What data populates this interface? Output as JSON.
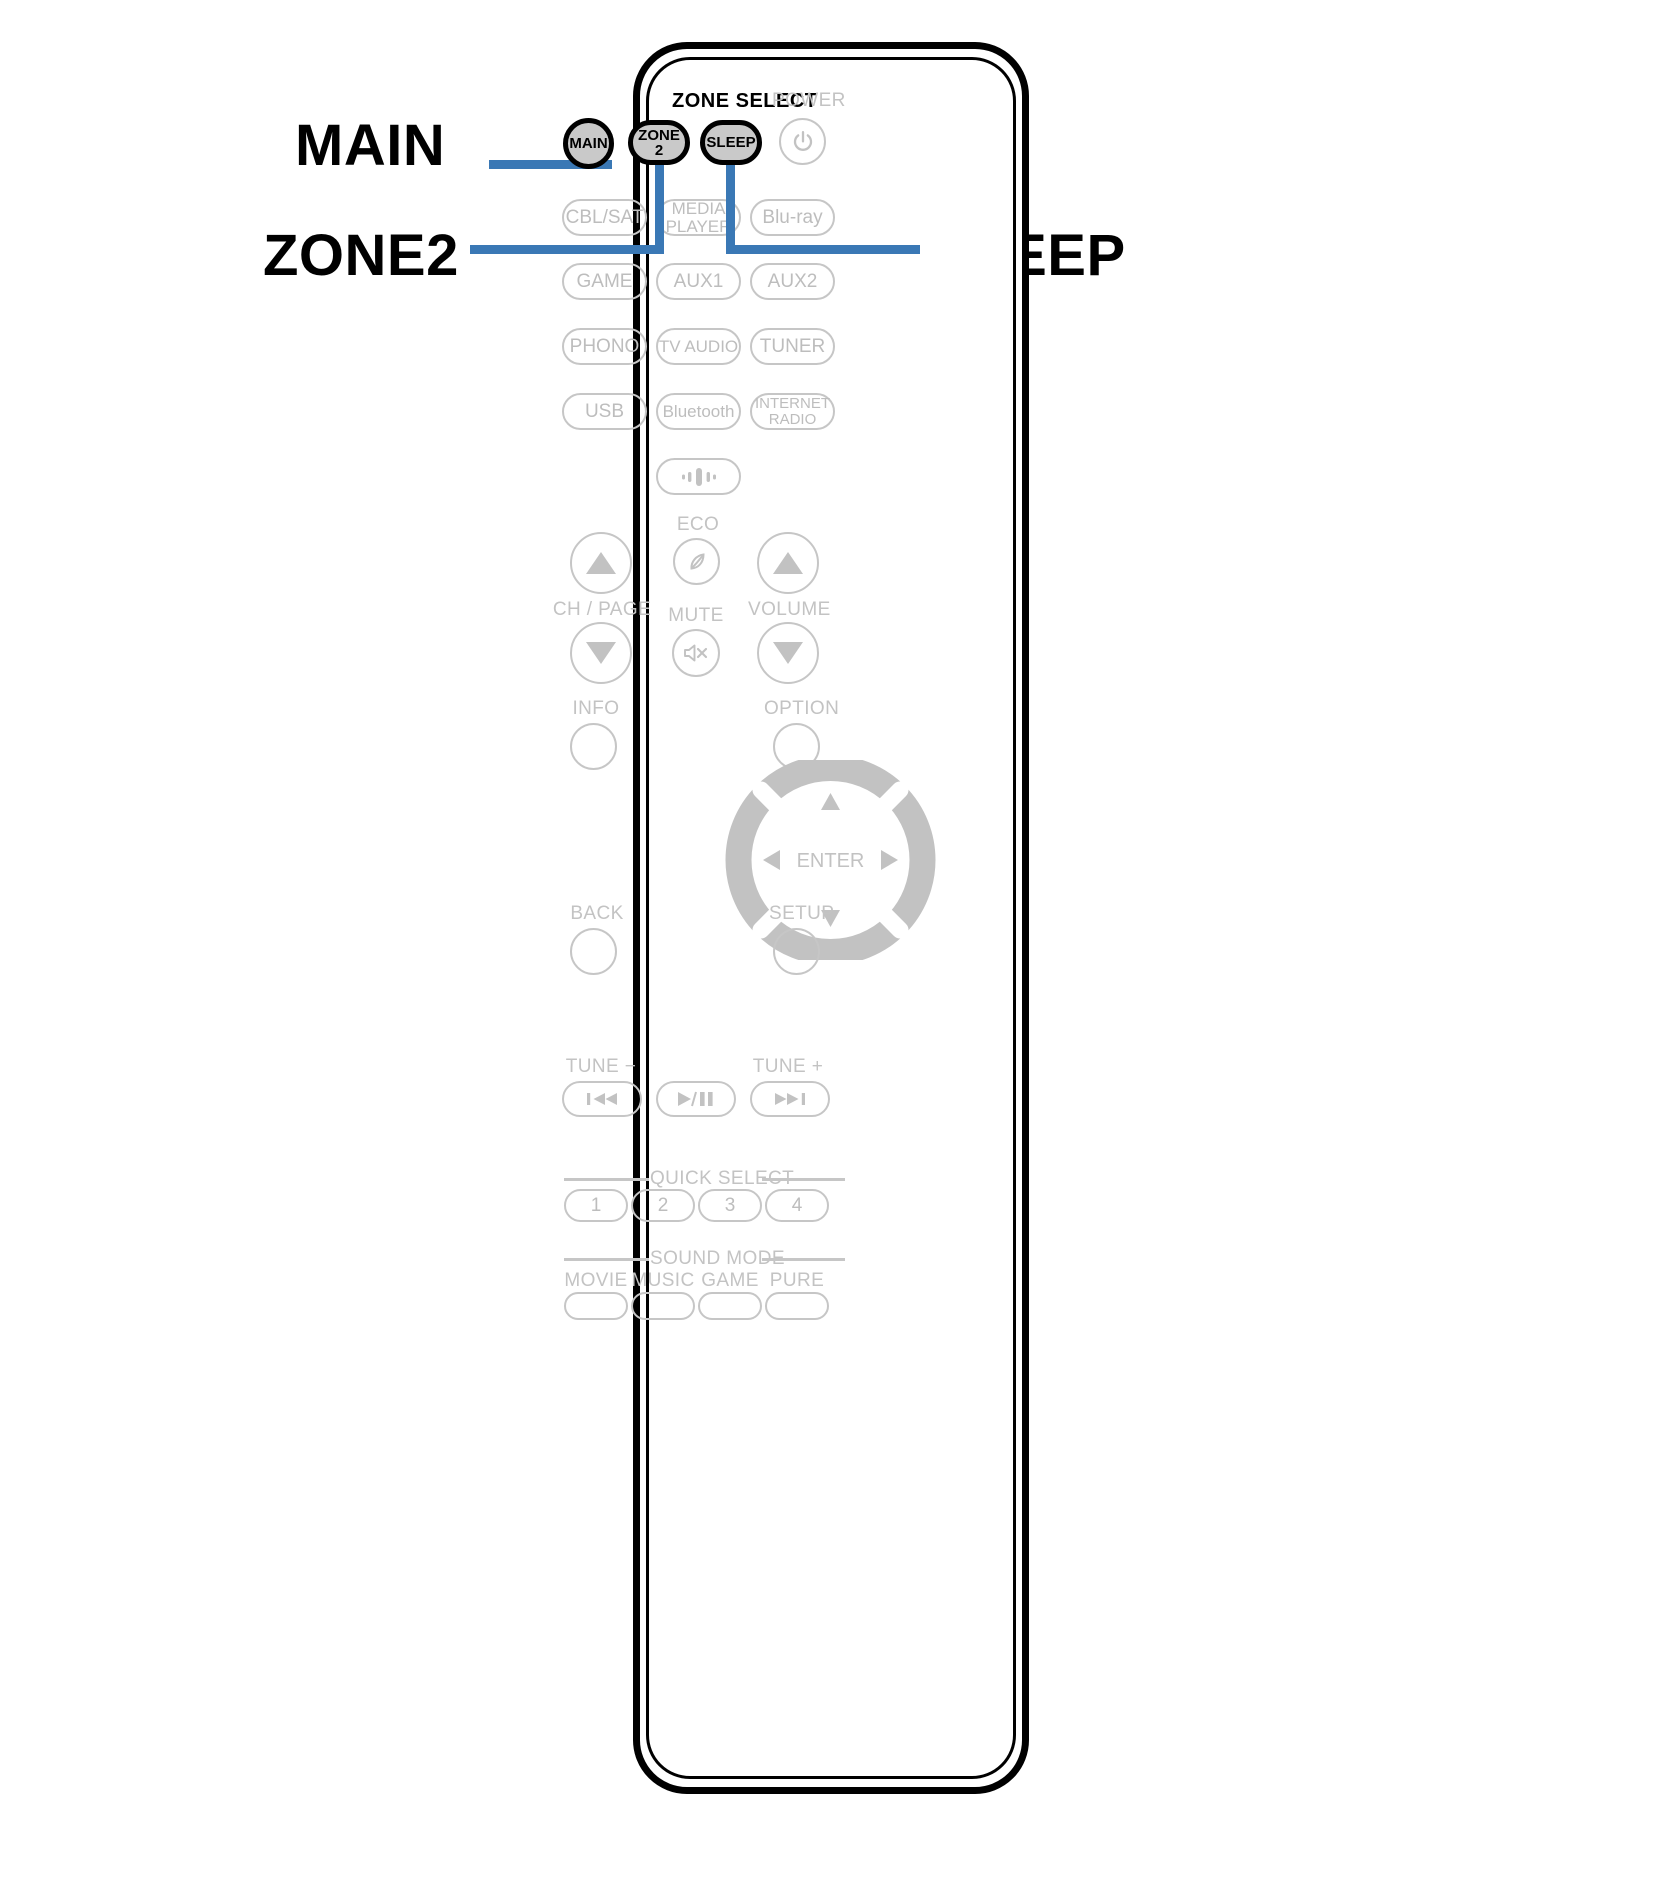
{
  "device": {
    "name": "av-receiver-remote-control",
    "accent_color": "#3a78b5",
    "highlight_fill": "#c9c9c9",
    "faded_color": "#c3c3c3"
  },
  "callouts": [
    {
      "id": "main",
      "label": "MAIN",
      "target": "zone-select-main-button"
    },
    {
      "id": "zone2",
      "label": "ZONE2",
      "target": "zone-select-zone2-button"
    },
    {
      "id": "sleep",
      "label": "SLEEP",
      "target": "sleep-button"
    }
  ],
  "remote": {
    "zone_select": {
      "section_label": "ZONE SELECT",
      "buttons": [
        {
          "id": "main",
          "label": "MAIN",
          "highlighted": true
        },
        {
          "id": "zone2",
          "label": "ZONE 2",
          "highlighted": true
        }
      ]
    },
    "sleep": {
      "label": "SLEEP",
      "highlighted": true
    },
    "power": {
      "section_label": "POWER",
      "icon": "power-icon"
    },
    "source_buttons": [
      [
        {
          "id": "cbl-sat",
          "label": "CBL/SAT"
        },
        {
          "id": "media-player",
          "label": "MEDIA\nPLAYER"
        },
        {
          "id": "blu-ray",
          "label": "Blu-ray"
        }
      ],
      [
        {
          "id": "game",
          "label": "GAME"
        },
        {
          "id": "aux1",
          "label": "AUX1"
        },
        {
          "id": "aux2",
          "label": "AUX2"
        }
      ],
      [
        {
          "id": "phono",
          "label": "PHONO"
        },
        {
          "id": "tv-audio",
          "label": "TV AUDIO"
        },
        {
          "id": "tuner",
          "label": "TUNER"
        }
      ],
      [
        {
          "id": "usb",
          "label": "USB"
        },
        {
          "id": "bluetooth",
          "label": "Bluetooth"
        },
        {
          "id": "internet-radio",
          "label": "INTERNET\nRADIO"
        }
      ]
    ],
    "voice_button": {
      "id": "sound-assist",
      "icon": "audio-waveform-icon"
    },
    "eco": {
      "label": "ECO",
      "icon": "leaf-icon"
    },
    "ch_page": {
      "label": "CH / PAGE",
      "up": "channel-up",
      "down": "channel-down"
    },
    "volume": {
      "label": "VOLUME",
      "up": "volume-up",
      "down": "volume-down"
    },
    "mute": {
      "label": "MUTE",
      "icon": "mute-speaker-icon"
    },
    "info": {
      "label": "INFO"
    },
    "option": {
      "label": "OPTION"
    },
    "back": {
      "label": "BACK"
    },
    "setup": {
      "label": "SETUP"
    },
    "navigation": {
      "enter": "ENTER",
      "up": "cursor-up",
      "down": "cursor-down",
      "left": "cursor-left",
      "right": "cursor-right"
    },
    "transport": {
      "tune_minus_label": "TUNE −",
      "tune_plus_label": "TUNE +",
      "previous_icon": "skip-previous-icon",
      "play_pause_icon": "play-pause-icon",
      "next_icon": "skip-next-icon"
    },
    "quick_select": {
      "section_label": "QUICK SELECT",
      "buttons": [
        "1",
        "2",
        "3",
        "4"
      ]
    },
    "sound_mode": {
      "section_label": "SOUND MODE",
      "buttons": [
        "MOVIE",
        "MUSIC",
        "GAME",
        "PURE"
      ]
    }
  }
}
